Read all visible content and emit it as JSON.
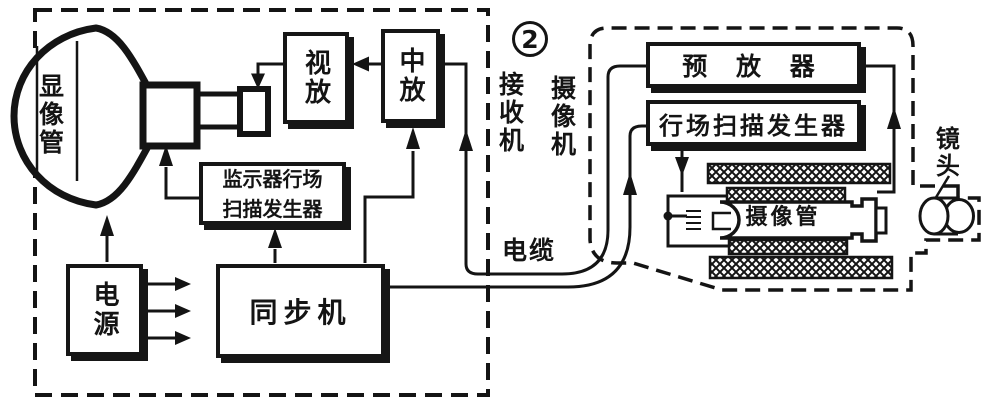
{
  "figure": {
    "number": "2"
  },
  "colors": {
    "ink": "#141414",
    "paper": "#ffffff"
  },
  "receiver": {
    "label": "接收机",
    "crt_label": "显像管",
    "video_amp": "视放",
    "if_amp": "中放",
    "monitor_scan_gen": "监示器行场\n扫描发生器",
    "power": "电源",
    "sync": "同步机"
  },
  "camera": {
    "label": "摄像机",
    "preamp": "预 放 器",
    "scan_gen": "行场扫描发生器",
    "tube_label": "摄像管",
    "lens_label": "镜头"
  },
  "cable": {
    "label": "电缆"
  }
}
